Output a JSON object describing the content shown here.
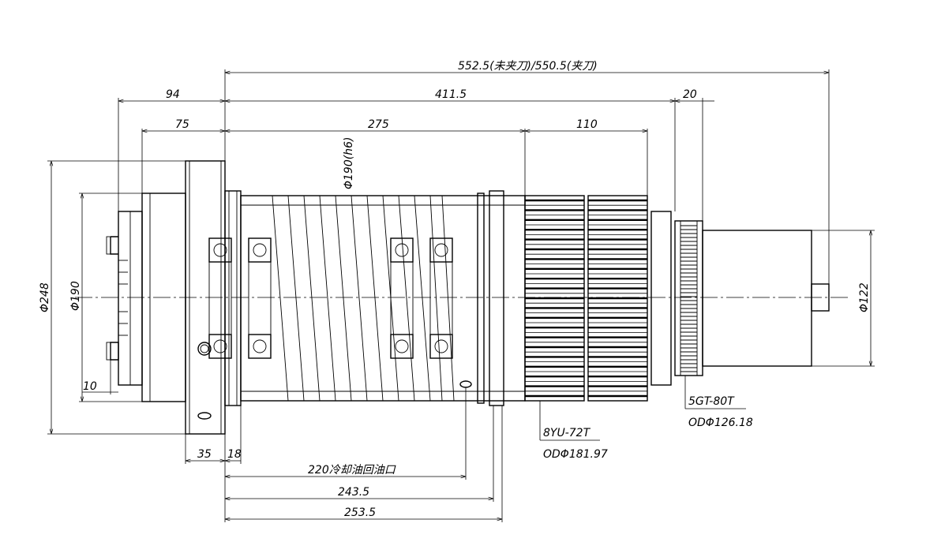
{
  "dimensions": {
    "overall_length": "552.5(未夹刀)/550.5(夹刀)",
    "front_to_end": "411.5",
    "flange_offset": "94",
    "body_offset": "75",
    "spindle_length": "275",
    "pulley_section": "110",
    "pulley_gap": "20",
    "shaft_diameter": "Φ190(h6)",
    "flange_diameter": "Φ248",
    "body_diameter": "Φ190",
    "rear_diameter": "Φ122",
    "nose_length": "10",
    "flange_width": "35",
    "flange_step": "18",
    "coolant_return": "220冷却油回油口",
    "length_243": "243.5",
    "length_253": "253.5"
  },
  "callouts": {
    "pulley_large_type": "8YU-72T",
    "pulley_large_od": "ODΦ181.97",
    "pulley_small_type": "5GT-80T",
    "pulley_small_od": "ODΦ126.18"
  }
}
